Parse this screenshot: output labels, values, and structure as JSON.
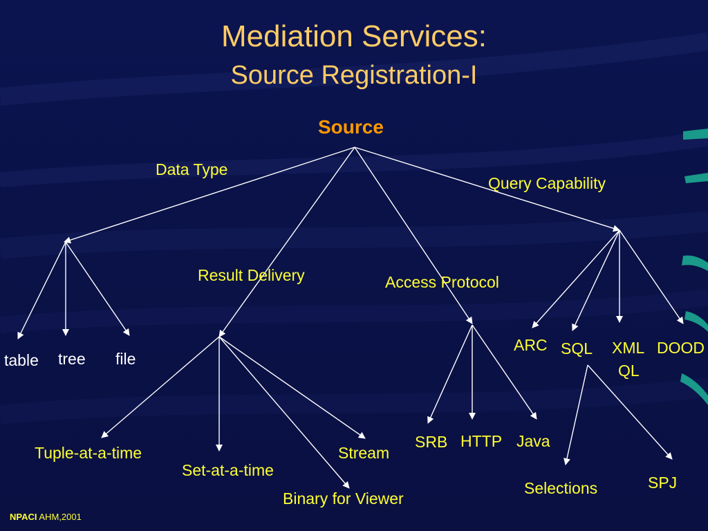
{
  "slide": {
    "title": "Mediation Services:",
    "subtitle": "Source Registration-I"
  },
  "tree": {
    "root": "Source",
    "branch_labels": {
      "data_type": "Data Type",
      "query_capability": "Query Capability",
      "result_delivery": "Result Delivery",
      "access_protocol": "Access Protocol"
    },
    "data_type_children": [
      "table",
      "tree",
      "file"
    ],
    "query_capability_children": [
      "ARC",
      "SQL",
      "XML",
      "QL",
      "DOOD"
    ],
    "sql_children": [
      "Selections",
      "SPJ"
    ],
    "access_protocol_children": [
      "SRB",
      "HTTP",
      "Java"
    ],
    "result_delivery_children": [
      "Tuple-at-a-time",
      "Set-at-a-time",
      "Stream",
      "Binary for Viewer"
    ]
  },
  "footer": {
    "org": "NPACI",
    "note": "AHM,2001"
  },
  "colors": {
    "background": "#0a1248",
    "title": "#ffcc66",
    "root": "#ff9900",
    "labels": "#ffff33",
    "edges": "#ffffff"
  }
}
